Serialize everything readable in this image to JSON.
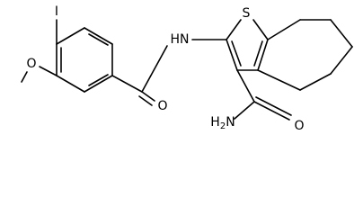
{
  "molecule": {
    "atoms": {
      "iodine": "I",
      "methoxy_oxygen": "O",
      "carbonyl_oxygen": "O",
      "amide_nh": "HN",
      "sulfur": "S",
      "amide_nh2": "H2N",
      "amide_oxygen": "O"
    }
  },
  "colors": {
    "bond": "#000000",
    "label": "#000000",
    "background": "#ffffff"
  }
}
